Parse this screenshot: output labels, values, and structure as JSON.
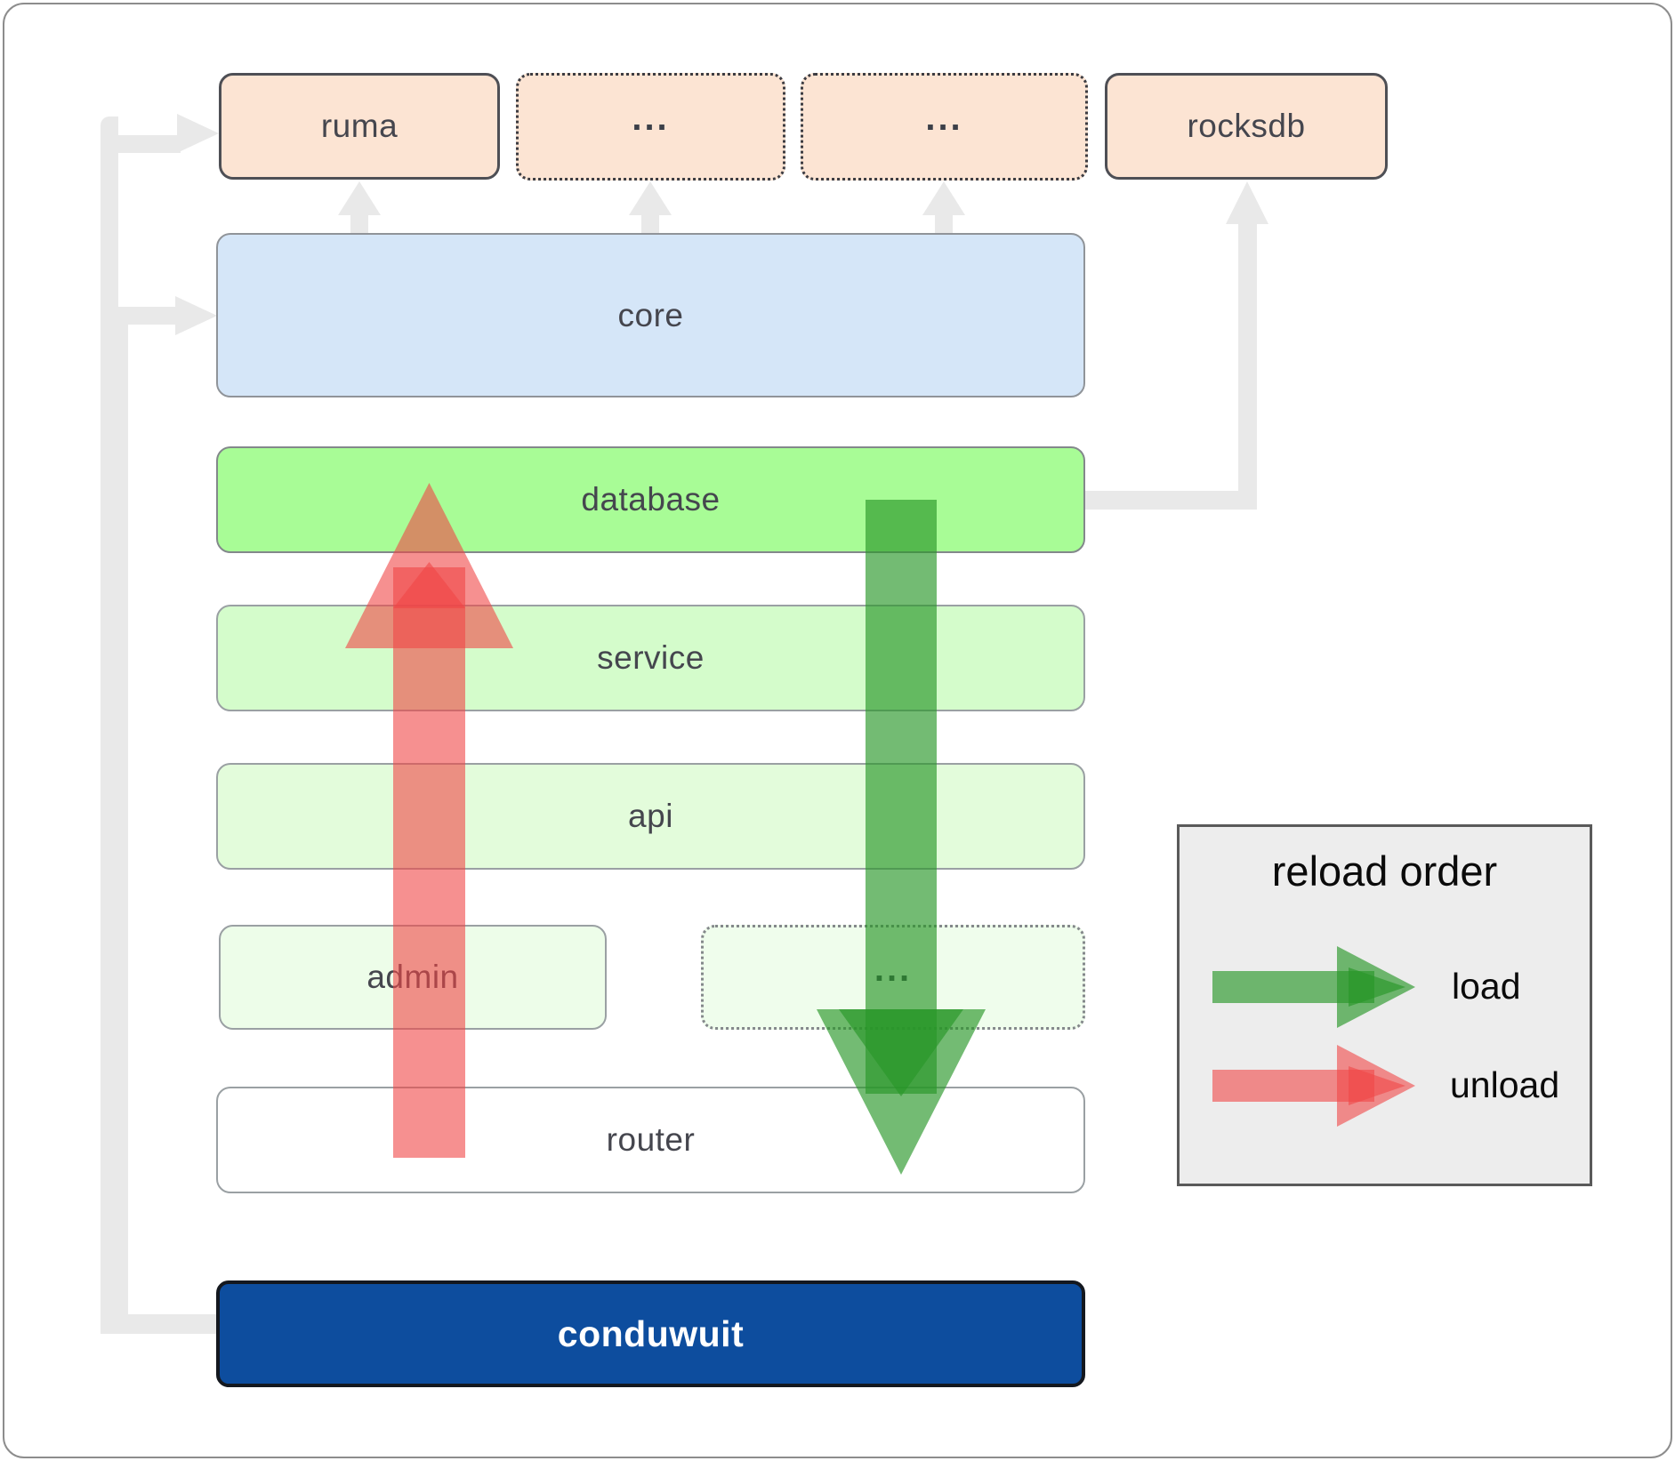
{
  "diagram": {
    "top_row": [
      {
        "label": "ruma",
        "border": "solid"
      },
      {
        "label": "...",
        "border": "dotted"
      },
      {
        "label": "...",
        "border": "dotted"
      },
      {
        "label": "rocksdb",
        "border": "solid"
      }
    ],
    "core": {
      "label": "core",
      "color": "#d5e6f8"
    },
    "database": {
      "label": "database",
      "color": "#a8fc96"
    },
    "service": {
      "label": "service",
      "color": "#d4fccb"
    },
    "api": {
      "label": "api",
      "color": "#e3fcdb"
    },
    "admin": {
      "label": "admin",
      "color": "#edfde9"
    },
    "admin_dots": {
      "label": "...",
      "color": "#effdec"
    },
    "router": {
      "label": "router",
      "color": "#ffffff"
    },
    "conduwuit": {
      "label": "conduwuit",
      "color": "#0d4d9e"
    }
  },
  "legend": {
    "title": "reload order",
    "items": [
      {
        "label": "load",
        "color": "#289628"
      },
      {
        "label": "unload",
        "color": "#f04646"
      }
    ]
  },
  "arrows": {
    "load_color": "rgba(40,150,40,0.65)",
    "unload_color": "rgba(240,70,70,0.60)",
    "connector_color": "#e9e9e9"
  }
}
